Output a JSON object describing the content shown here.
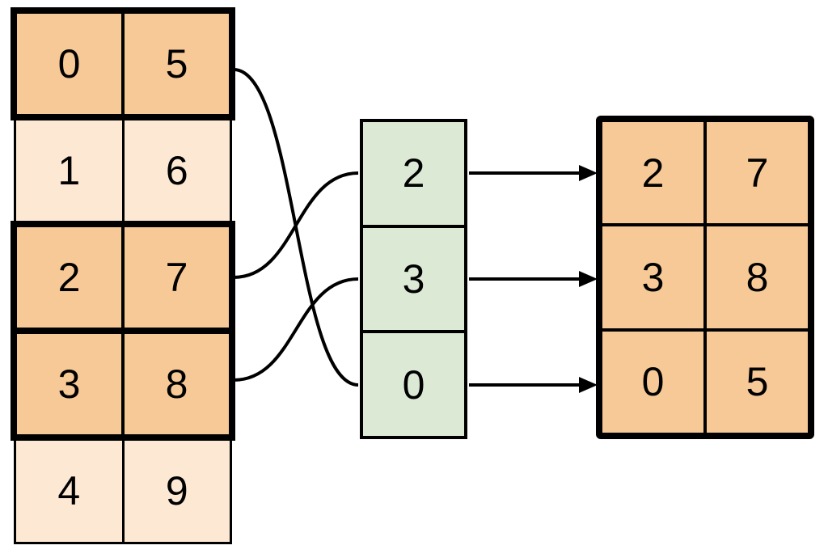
{
  "diagram": {
    "source_table": {
      "rows": [
        {
          "cells": [
            "0",
            "5"
          ],
          "highlighted": true
        },
        {
          "cells": [
            "1",
            "6"
          ],
          "highlighted": false
        },
        {
          "cells": [
            "2",
            "7"
          ],
          "highlighted": true
        },
        {
          "cells": [
            "3",
            "8"
          ],
          "highlighted": true
        },
        {
          "cells": [
            "4",
            "9"
          ],
          "highlighted": false
        }
      ]
    },
    "index_column": {
      "cells": [
        "2",
        "3",
        "0"
      ]
    },
    "result_table": {
      "rows": [
        [
          "2",
          "7"
        ],
        [
          "3",
          "8"
        ],
        [
          "0",
          "5"
        ]
      ]
    },
    "connections": {
      "curves": [
        {
          "from_source_row": 0,
          "to_index_cell": 2
        },
        {
          "from_source_row": 2,
          "to_index_cell": 0
        },
        {
          "from_source_row": 3,
          "to_index_cell": 1
        }
      ],
      "arrows": [
        {
          "from_index_cell": 0,
          "to_result_row": 0
        },
        {
          "from_index_cell": 1,
          "to_result_row": 1
        },
        {
          "from_index_cell": 2,
          "to_result_row": 2
        }
      ]
    },
    "colors": {
      "highlight_fill": "#f7c997",
      "muted_fill": "#fde9d3",
      "index_fill": "#dcead5",
      "stroke": "#000000",
      "background": "#ffffff"
    }
  }
}
